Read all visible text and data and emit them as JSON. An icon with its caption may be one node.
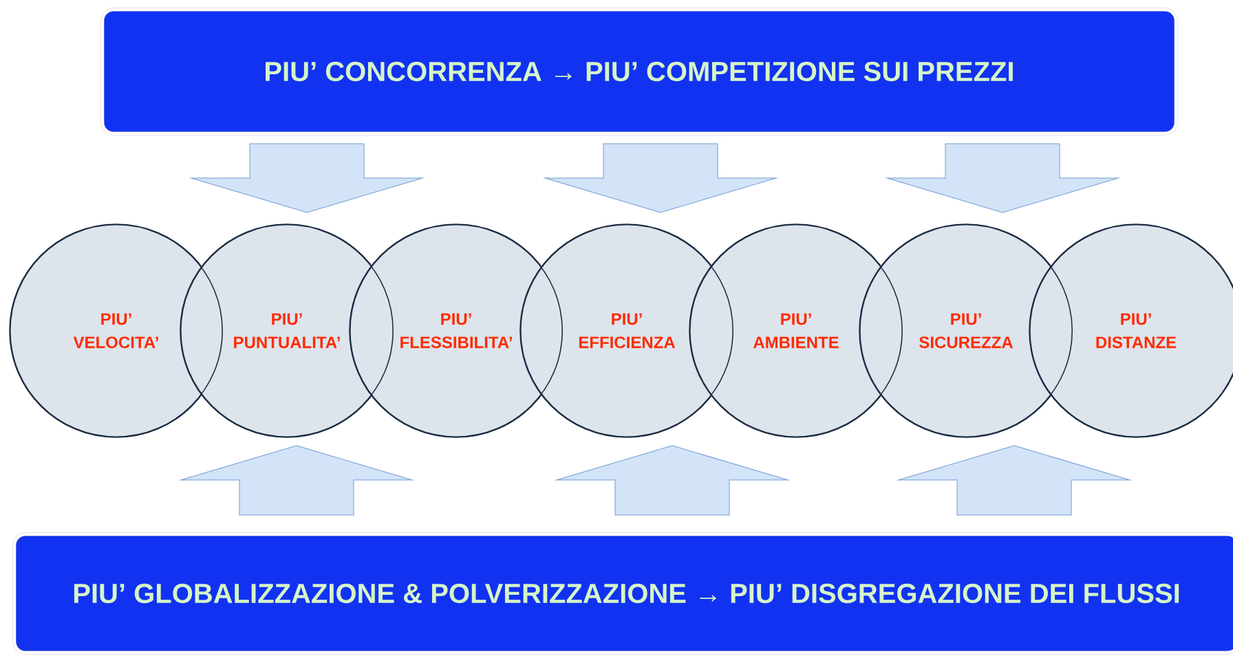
{
  "diagram": {
    "nodes": [
      {
        "text": [
          "PIU’ CONCORRENZA → PIU’ COMPETIZIONE SUI PREZZI"
        ]
      },
      {
        "text": [
          "PIU’ VELOCITA’"
        ]
      },
      {
        "text": [
          "PIU’ PUNTUALITA’"
        ]
      },
      {
        "text": [
          "PIU’ FLESSIBILITA’"
        ]
      },
      {
        "text": [
          "PIU’ EFFICIENZA"
        ]
      },
      {
        "text": [
          "PIU’ AMBIENTE"
        ]
      },
      {
        "text": [
          "PIU’ SICUREZZA"
        ]
      },
      {
        "text": [
          "PIU’ DISTANZE"
        ]
      },
      {
        "text": [
          "PIU’ GLOBALIZZAZIONE & POLVERIZZAZIONE → PIU’ DISGREGAZIONE DEI FLUSSI"
        ]
      }
    ],
    "edges": [
      {
        "from": 0,
        "to": 2,
        "arrow": "to"
      },
      {
        "from": 0,
        "to": 4,
        "arrow": "to"
      },
      {
        "from": 0,
        "to": 6,
        "arrow": "to"
      },
      {
        "from": 8,
        "to": 2,
        "arrow": "to"
      },
      {
        "from": 8,
        "to": 4,
        "arrow": "to"
      },
      {
        "from": 8,
        "to": 6,
        "arrow": "to"
      }
    ]
  }
}
